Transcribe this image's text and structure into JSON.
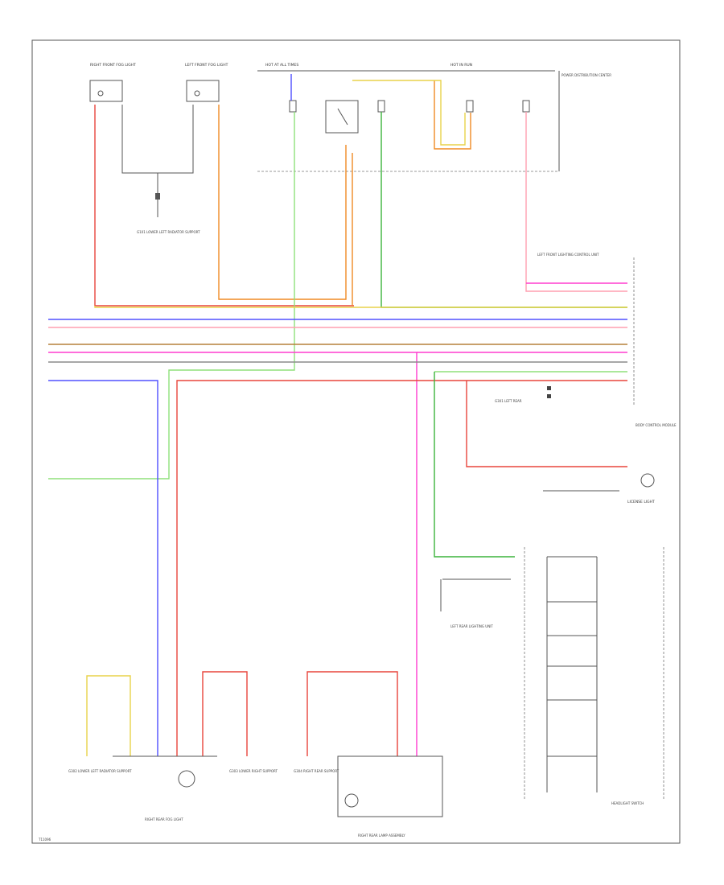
{
  "colors": {
    "frame": "#555555",
    "red": "#e8453c",
    "orange": "#f08a24",
    "yellow": "#e8d24a",
    "green": "#3cb43c",
    "light_green": "#8fe07a",
    "blue": "#5050ff",
    "violet": "#7070ff",
    "pink": "#ff3dcf",
    "light_pink": "#ff9fb0",
    "brown": "#b5803a",
    "gray": "#8c8c8c",
    "black": "#333333"
  },
  "labels": {
    "left_bulb_title": "RIGHT FRONT FOG LIGHT",
    "right_bulb_title": "LEFT FRONT FOG LIGHT",
    "ground_left": "G101 LOWER LEFT RADIATOR SUPPORT",
    "fuse_header": "HOT AT ALL TIMES",
    "fuse_header2": "HOT IN RUN",
    "power_dist": "POWER DISTRIBUTION CENTER",
    "left_connector": "LEFT FRONT LIGHTING CONTROL UNIT",
    "lighting_module": "BODY CONTROL MODULE",
    "ground_right": "G301 LEFT REAR",
    "license_light": "LICENSE LIGHT",
    "headlight_switch": "HEADLIGHT SWITCH",
    "rear_assembly": "LEFT REAR LIGHTING UNIT",
    "right_rear_unit": "RIGHT REAR FOG LIGHT",
    "right_rear_lamp": "RIGHT REAR LAMP ASSEMBLY",
    "ground_bottom_1": "G302 LOWER LEFT RADIATOR SUPPORT",
    "ground_bottom_2": "G303 LOWER RIGHT SUPPORT",
    "ground_bottom_3": "G304 RIGHT REAR SUPPORT",
    "page_code": "T11096"
  }
}
